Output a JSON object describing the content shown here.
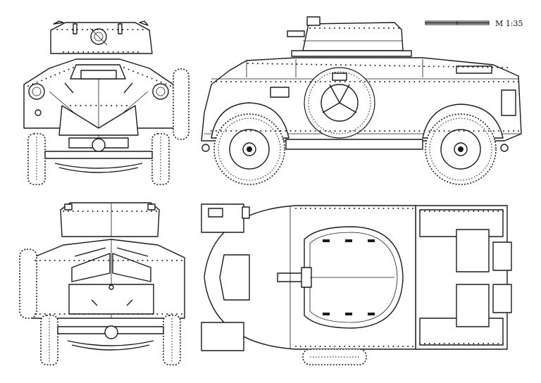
{
  "drawing": {
    "scale_label": "M 1:35",
    "views": [
      {
        "id": "front-view",
        "label": ""
      },
      {
        "id": "side-view",
        "label": ""
      },
      {
        "id": "rear-view",
        "label": ""
      },
      {
        "id": "top-view",
        "label": ""
      }
    ]
  },
  "style": {
    "line_color": "#1a1a1a",
    "paper_color": "#ffffff"
  }
}
